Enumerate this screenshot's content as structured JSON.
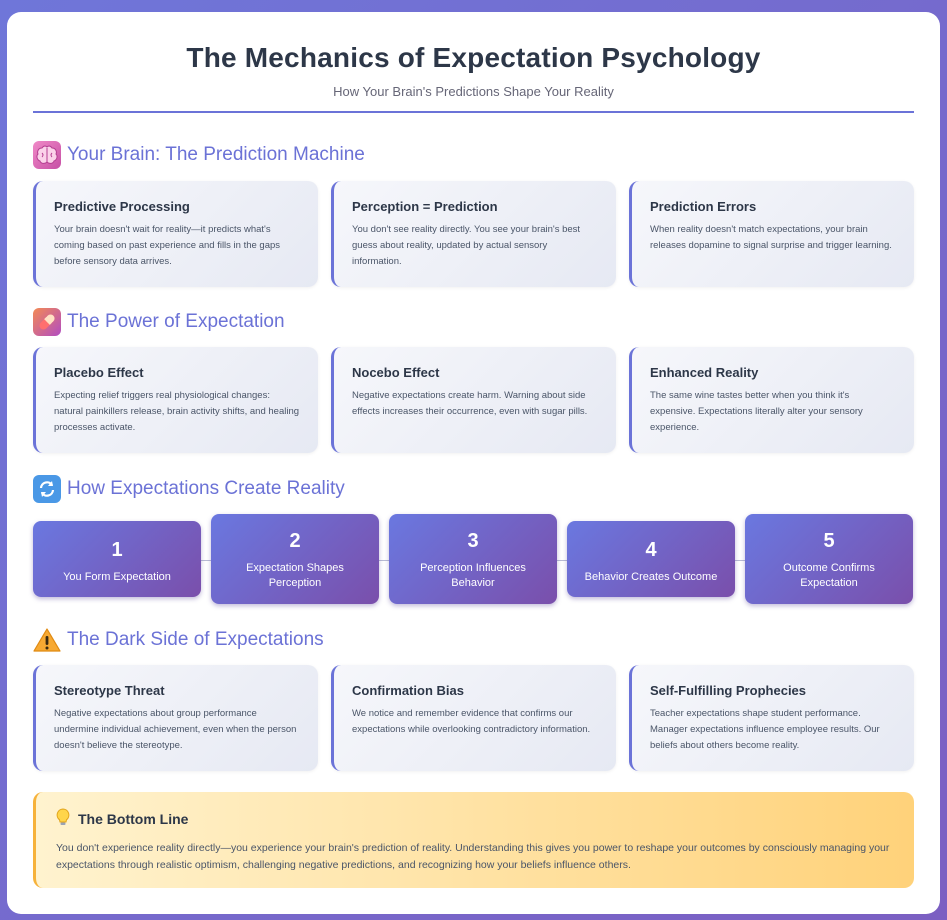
{
  "header": {
    "title": "The Mechanics of Expectation Psychology",
    "subtitle": "How Your Brain's Predictions Shape Your Reality"
  },
  "sections": [
    {
      "icon": "brain-icon",
      "title": "Your Brain: The Prediction Machine",
      "cards": [
        {
          "title": "Predictive Processing",
          "text": "Your brain doesn't wait for reality—it predicts what's coming based on past experience and fills in the gaps before sensory data arrives."
        },
        {
          "title": "Perception = Prediction",
          "text": "You don't see reality directly. You see your brain's best guess about reality, updated by actual sensory information."
        },
        {
          "title": "Prediction Errors",
          "text": "When reality doesn't match expectations, your brain releases dopamine to signal surprise and trigger learning."
        }
      ]
    },
    {
      "icon": "pill-icon",
      "title": "The Power of Expectation",
      "cards": [
        {
          "title": "Placebo Effect",
          "text": "Expecting relief triggers real physiological changes: natural painkillers release, brain activity shifts, and healing processes activate."
        },
        {
          "title": "Nocebo Effect",
          "text": "Negative expectations create harm. Warning about side effects increases their occurrence, even with sugar pills."
        },
        {
          "title": "Enhanced Reality",
          "text": "The same wine tastes better when you think it's expensive. Expectations literally alter your sensory experience."
        }
      ]
    },
    {
      "icon": "cycle-arrows-icon",
      "title": "How Expectations Create Reality"
    },
    {
      "icon": "warning-icon",
      "title": "The Dark Side of Expectations",
      "cards": [
        {
          "title": "Stereotype Threat",
          "text": "Negative expectations about group performance undermine individual achievement, even when the person doesn't believe the stereotype."
        },
        {
          "title": "Confirmation Bias",
          "text": "We notice and remember evidence that confirms our expectations while overlooking contradictory information."
        },
        {
          "title": "Self-Fulfilling Prophecies",
          "text": "Teacher expectations shape student performance. Manager expectations influence employee results. Our beliefs about others become reality."
        }
      ]
    }
  ],
  "flow": {
    "steps": [
      {
        "num": "1",
        "label": "You Form Expectation"
      },
      {
        "num": "2",
        "label": "Expectation Shapes Perception"
      },
      {
        "num": "3",
        "label": "Perception Influences Behavior"
      },
      {
        "num": "4",
        "label": "Behavior Creates Outcome"
      },
      {
        "num": "5",
        "label": "Outcome Confirms Expectation"
      }
    ]
  },
  "bottom_line": {
    "icon": "lightbulb-icon",
    "title": "The Bottom Line",
    "text": "You don't experience reality directly—you experience your brain's prediction of reality. Understanding this gives you power to reshape your outcomes by consciously managing your expectations through realistic optimism, challenging negative predictions, and recognizing how your beliefs influence others."
  },
  "colors": {
    "accent": "#6b73d8",
    "step_gradient_start": "#6a78e0",
    "step_gradient_end": "#7a4fab",
    "bottom_accent": "#f6b23b"
  }
}
